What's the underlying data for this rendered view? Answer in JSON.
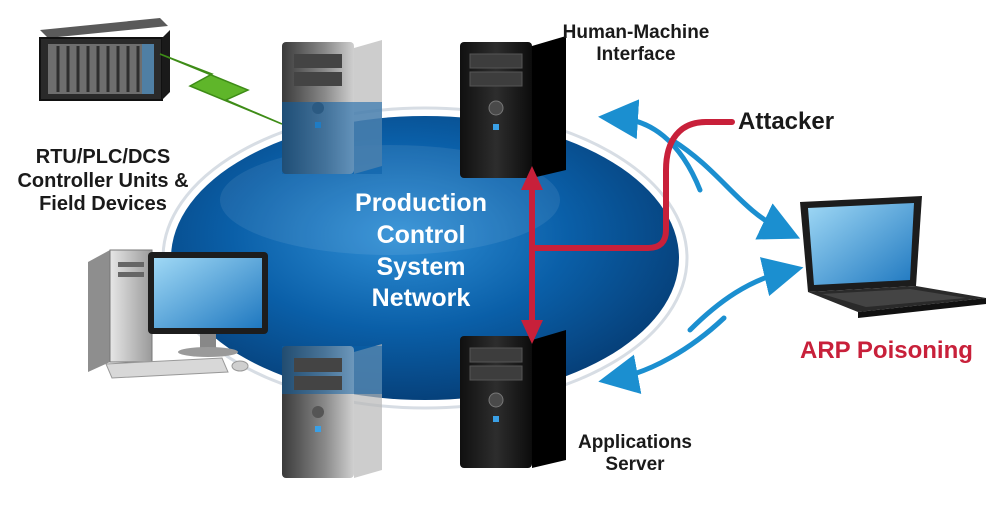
{
  "labels": {
    "rtu": [
      "RTU/PLC/DCS",
      "Controller Units &",
      "Field Devices"
    ],
    "hmi": [
      "Human-Machine",
      "Interface"
    ],
    "network": [
      "Production",
      "Control",
      "System",
      "Network"
    ],
    "attacker": "Attacker",
    "arp": "ARP Poisoning",
    "app_server": [
      "Applications",
      "Server"
    ]
  },
  "colors": {
    "network_blue": "#0a5fa8",
    "attack_red": "#c8203a",
    "traffic_blue": "#1b8fd0",
    "link_green": "#5fb62a"
  },
  "icons": {
    "rack": "rack-server-icon",
    "server": "tower-server-icon",
    "workstation": "desktop-computer-icon",
    "laptop": "laptop-icon"
  }
}
